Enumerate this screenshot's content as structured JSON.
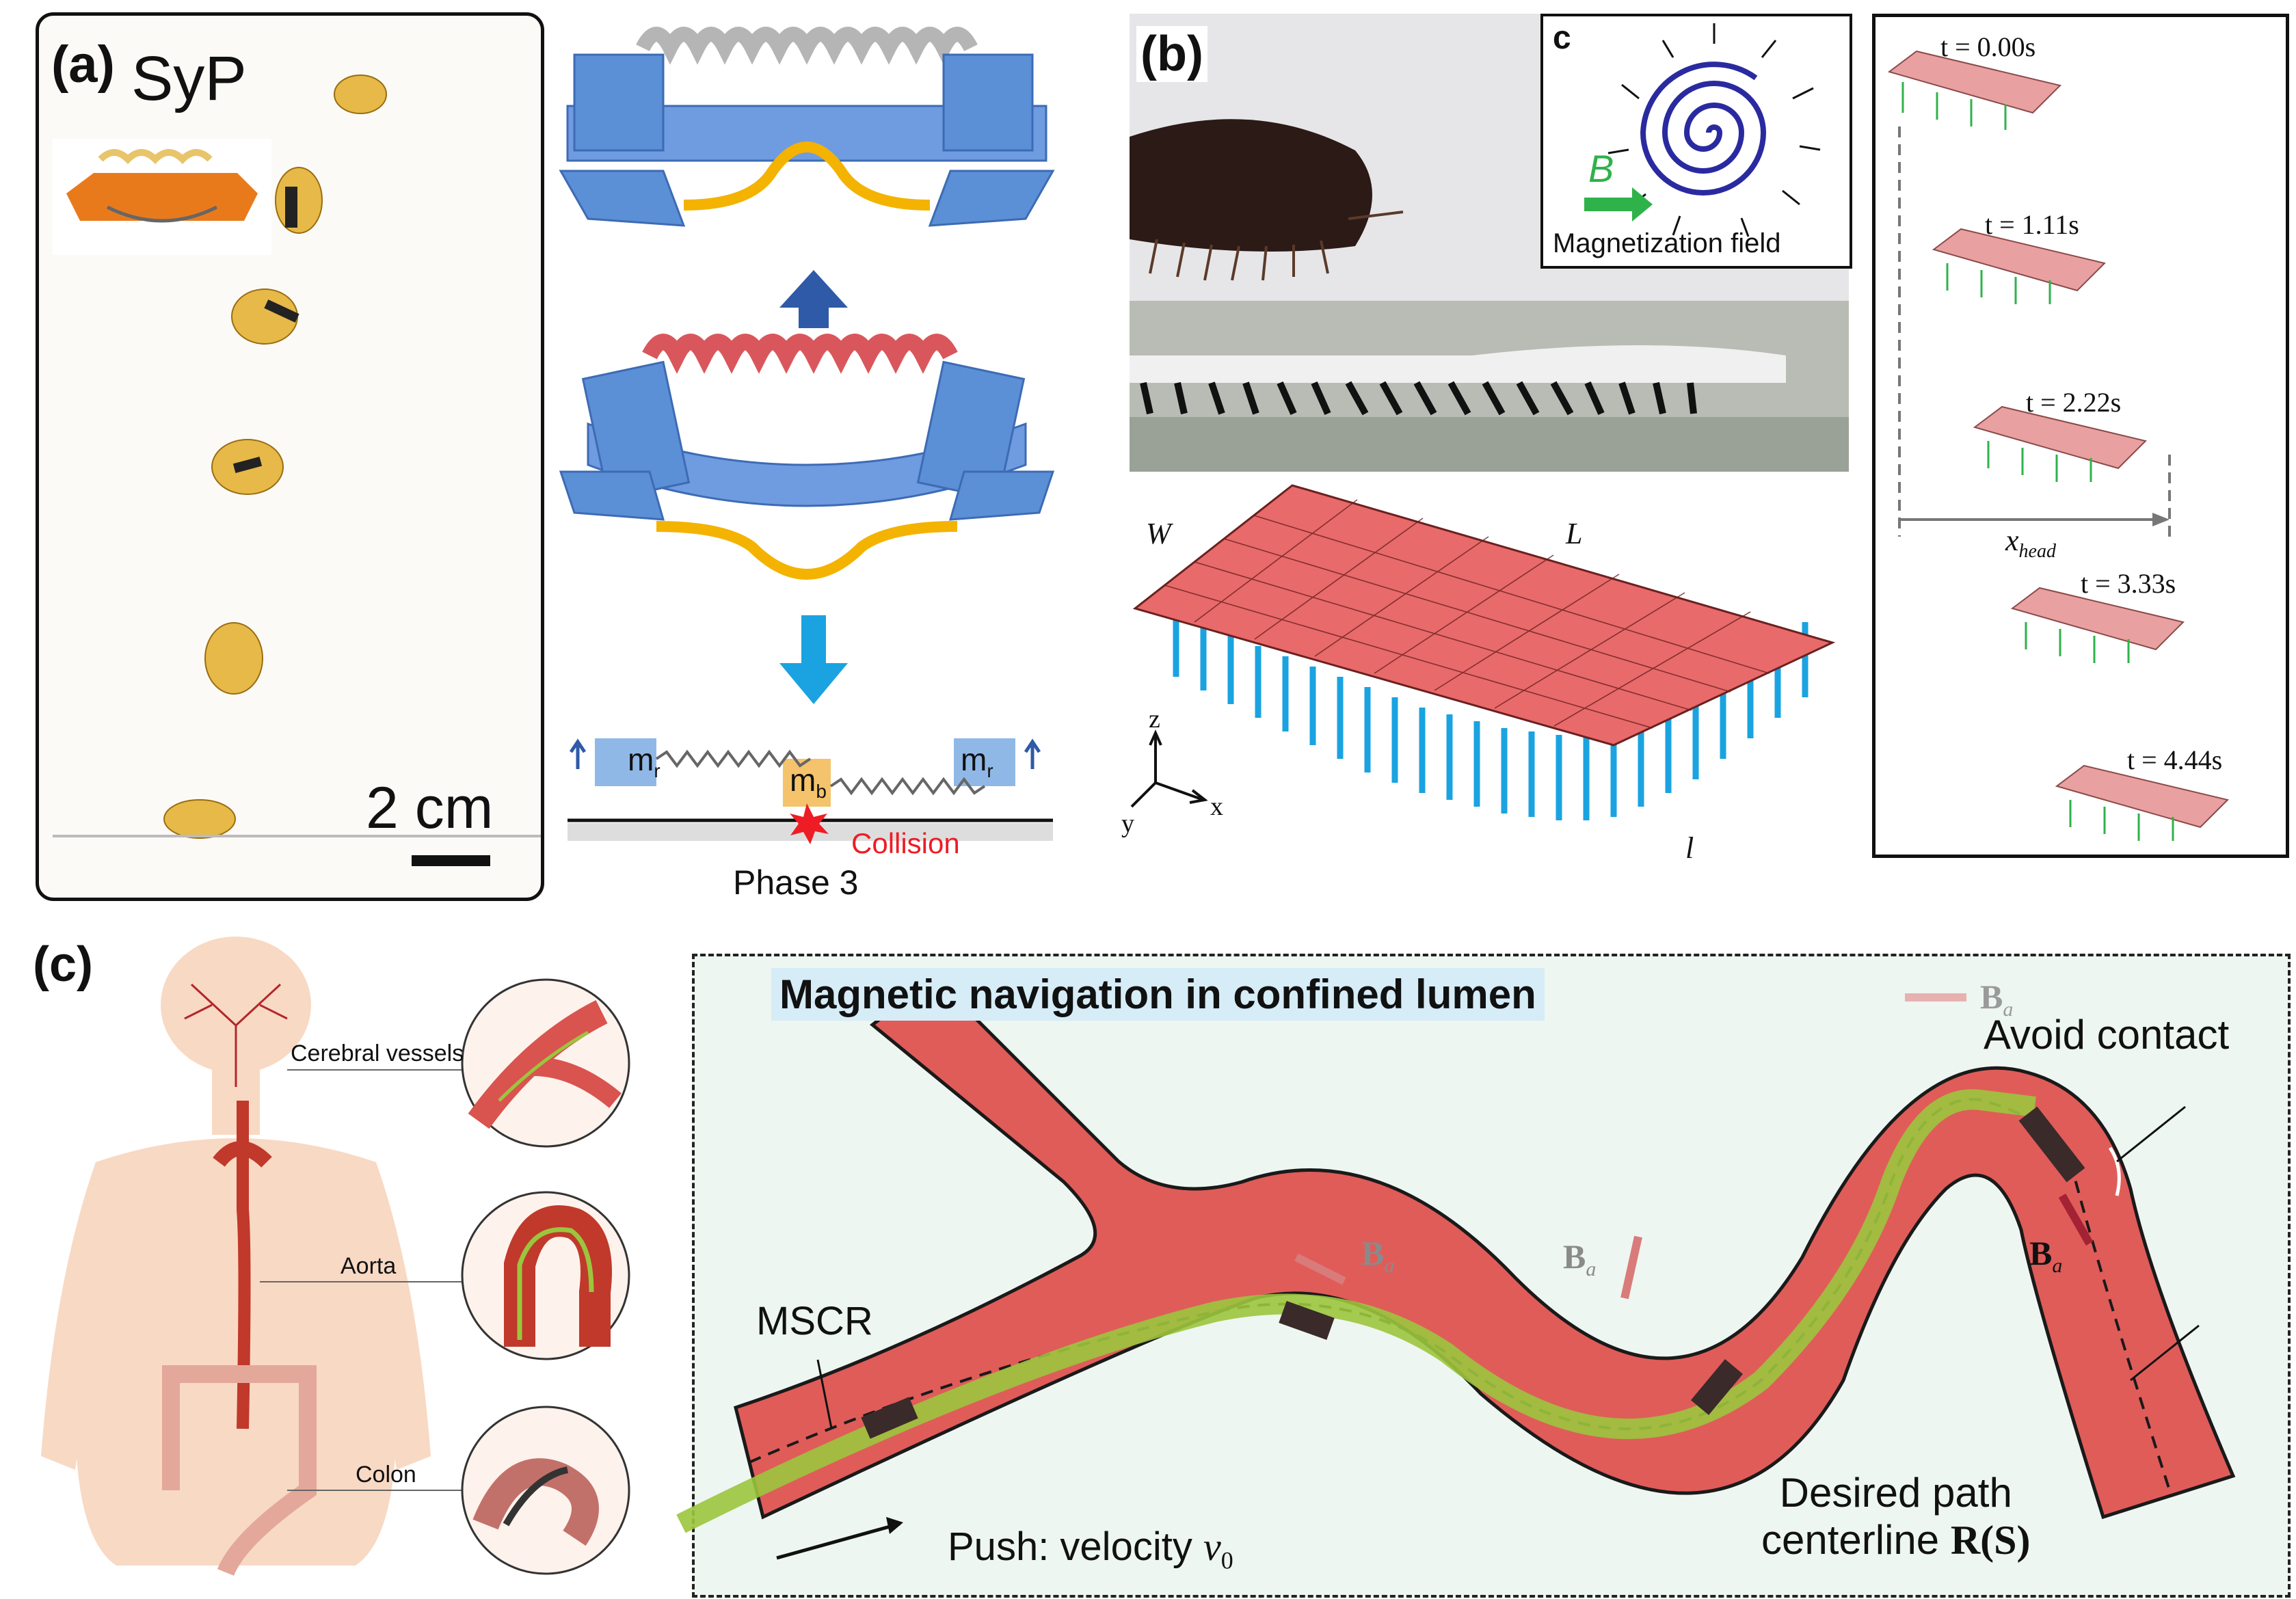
{
  "panel_a": {
    "label": "(a)",
    "title": "SyP",
    "scale_text": "2 cm",
    "m_r": "m",
    "m_r_sub": "r",
    "m_b": "m",
    "m_b_sub": "b",
    "collision": "Collision",
    "phase": "Phase 3"
  },
  "panel_b": {
    "label": "(b)",
    "inset_label": "c",
    "field_symbol": "B",
    "field_caption": "Magnetization field",
    "dims": {
      "W": "W",
      "L": "L",
      "l": "l"
    },
    "axes": {
      "z": "z",
      "x": "x",
      "y": "y"
    }
  },
  "time_series": {
    "frames": [
      "t = 0.00s",
      "t = 1.11s",
      "t = 2.22s",
      "t = 3.33s",
      "t = 4.44s"
    ],
    "x_head": "x",
    "x_head_sub": "head"
  },
  "panel_c": {
    "label": "(c)",
    "organs": [
      "Cerebral vessels",
      "Aorta",
      "Colon"
    ],
    "title": "Magnetic navigation in confined lumen",
    "avoid_contact": "Avoid contact",
    "mscr": "MSCR",
    "push": "Push: velocity ",
    "push_sym": "v",
    "push_sub": "0",
    "desired_line1": "Desired path",
    "desired_line2": "centerline ",
    "desired_sym": "R(S)",
    "field_sym": "B",
    "field_sub": "a"
  },
  "colors": {
    "vessel": "#d9534f",
    "vessel_edge": "#1a1a1a",
    "robot_green": "#9bc53d",
    "magnet_dark": "#3a2a2a",
    "title_bg": "#d6ecf7",
    "spring_red": "#d9575c",
    "frame_blue": "#5b8fd6",
    "leg_yellow": "#f3b300",
    "mesh_pink": "#e86a6a",
    "pillar_blue": "#1aa3e0",
    "panel_bg": "#eef6f1"
  }
}
